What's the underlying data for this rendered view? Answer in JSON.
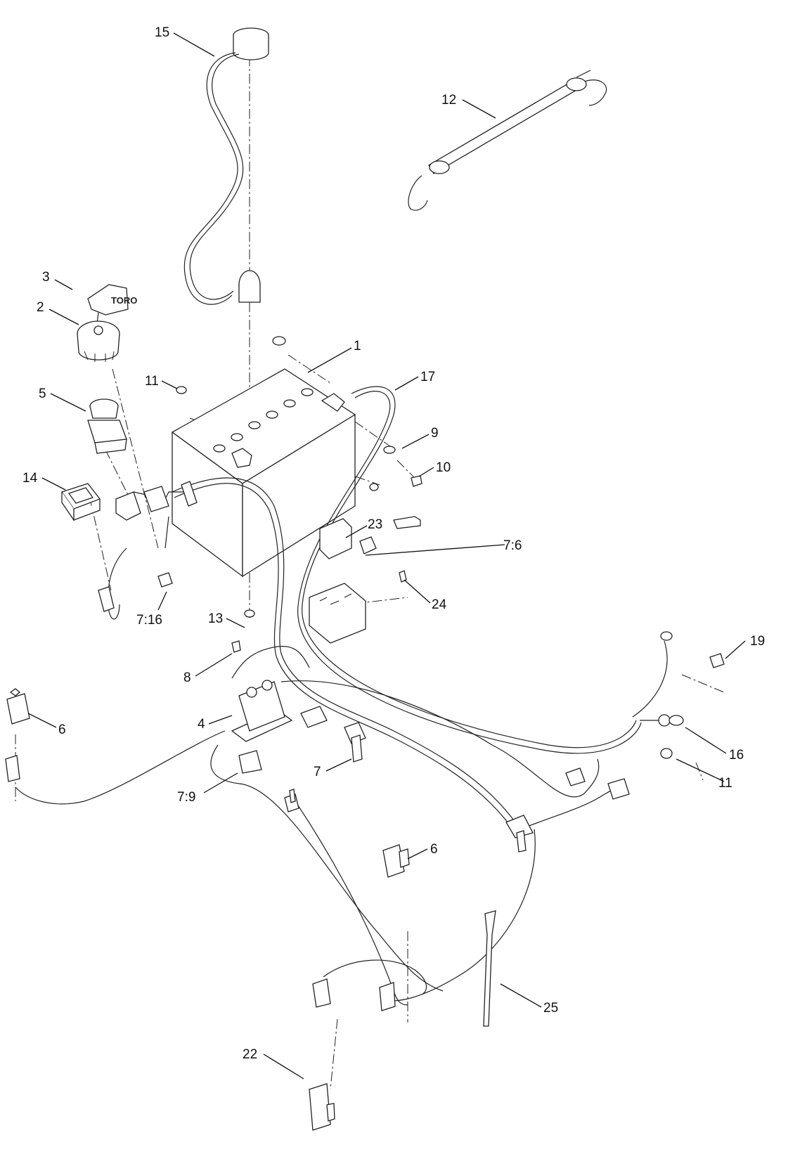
{
  "diagram": {
    "key_brand": "TORO",
    "callouts": [
      {
        "id": "c15",
        "text": "15"
      },
      {
        "id": "c12",
        "text": "12"
      },
      {
        "id": "c3",
        "text": "3"
      },
      {
        "id": "c2",
        "text": "2"
      },
      {
        "id": "c1",
        "text": "1"
      },
      {
        "id": "c11a",
        "text": "11"
      },
      {
        "id": "c17",
        "text": "17"
      },
      {
        "id": "c5",
        "text": "5"
      },
      {
        "id": "c9",
        "text": "9"
      },
      {
        "id": "c10",
        "text": "10"
      },
      {
        "id": "c14",
        "text": "14"
      },
      {
        "id": "c23",
        "text": "23"
      },
      {
        "id": "c76",
        "text": "7:6"
      },
      {
        "id": "c24",
        "text": "24"
      },
      {
        "id": "c716",
        "text": "7:16"
      },
      {
        "id": "c13",
        "text": "13"
      },
      {
        "id": "c8",
        "text": "8"
      },
      {
        "id": "c19",
        "text": "19"
      },
      {
        "id": "c6a",
        "text": "6"
      },
      {
        "id": "c4",
        "text": "4"
      },
      {
        "id": "c16",
        "text": "16"
      },
      {
        "id": "c7",
        "text": "7"
      },
      {
        "id": "c11b",
        "text": "11"
      },
      {
        "id": "c79",
        "text": "7:9"
      },
      {
        "id": "c6b",
        "text": "6"
      },
      {
        "id": "c25",
        "text": "25"
      },
      {
        "id": "c22",
        "text": "22"
      }
    ]
  }
}
